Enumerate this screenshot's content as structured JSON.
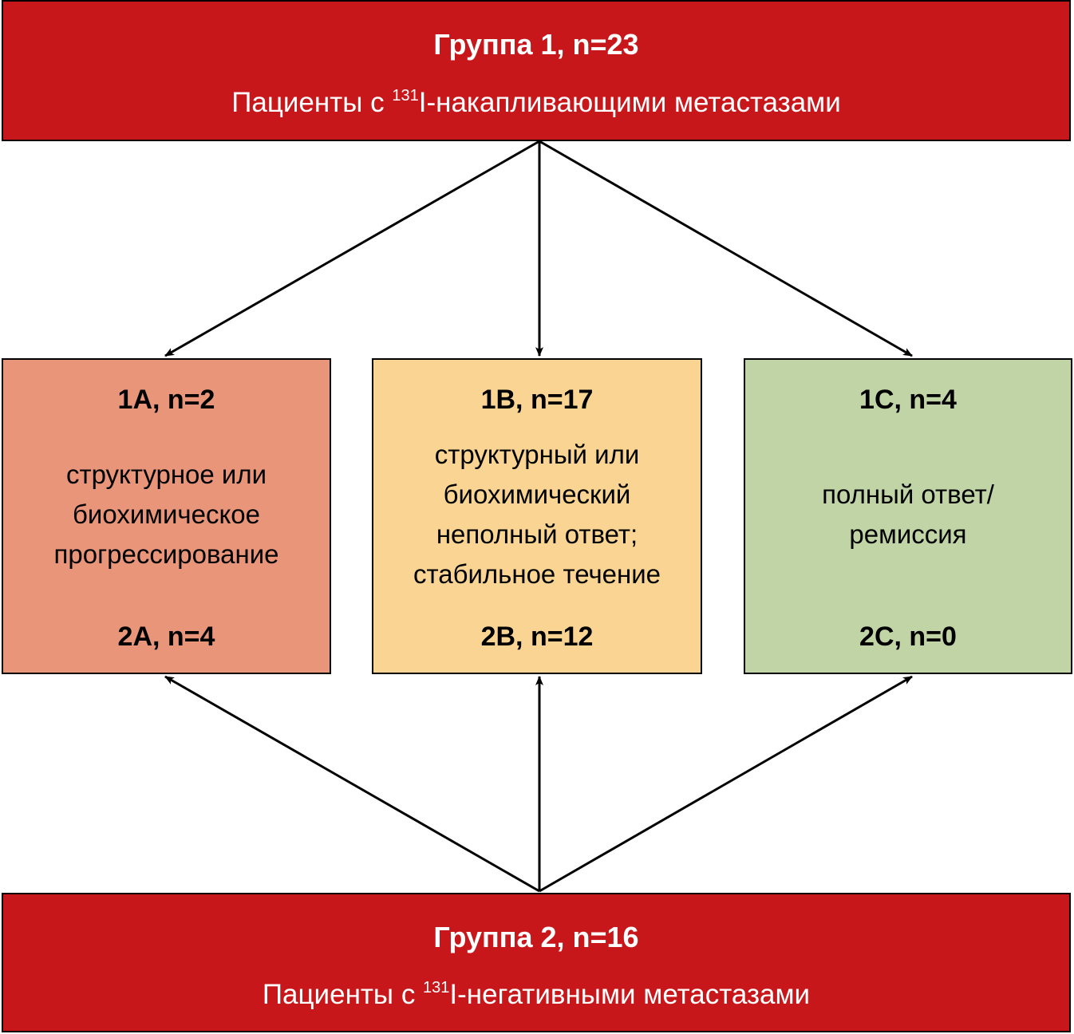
{
  "group1": {
    "title": "Группа 1, n=23",
    "subtitle_prefix": "Пациенты с ",
    "subtitle_sup": "131",
    "subtitle_suffix": "I-накапливающими метастазами"
  },
  "group2": {
    "title": "Группа 2, n=16",
    "subtitle_prefix": "Пациенты с ",
    "subtitle_sup": "131",
    "subtitle_suffix": "I-негативными метастазами"
  },
  "boxes": [
    {
      "top_label": "1A, n=2",
      "lines": [
        "структурное или",
        "биохимическое",
        "прогрессирование"
      ],
      "bottom_label": "2A, n=4",
      "color": "#e8957a"
    },
    {
      "top_label": "1B, n=17",
      "lines": [
        "структурный или",
        "биохимический",
        "неполный ответ;",
        "стабильное течение"
      ],
      "bottom_label": "2B, n=12",
      "color": "#fad492"
    },
    {
      "top_label": "1C, n=4",
      "lines": [
        "полный ответ/",
        "ремиссия"
      ],
      "bottom_label": "2C, n=0",
      "color": "#c0d4a6"
    }
  ],
  "colors": {
    "group_fill": "#c8171b",
    "group_text": "#ffffff",
    "border": "#000000",
    "arrow": "#000000"
  }
}
